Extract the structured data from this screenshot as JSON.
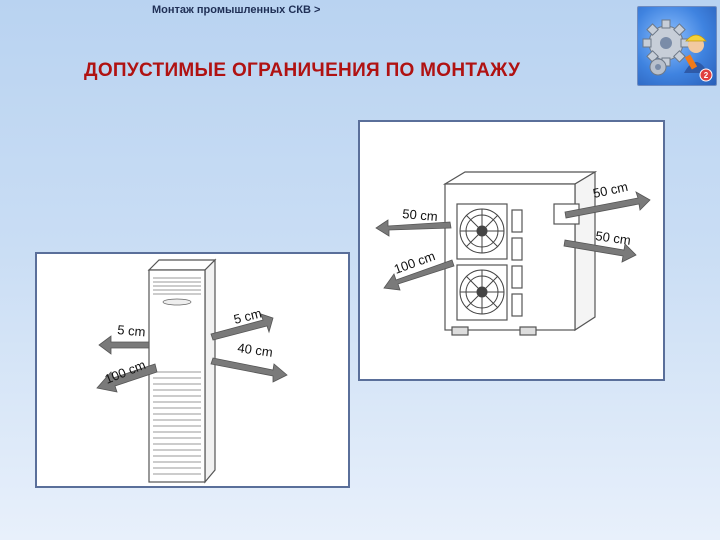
{
  "header": {
    "breadcrumb": "Монтаж промышленных СКВ >",
    "title": "ДОПУСТИМЫЕ ОГРАНИЧЕНИЯ ПО МОНТАЖУ"
  },
  "outdoor_unit": {
    "labels": {
      "top_right": "50 cm",
      "right": "50 cm",
      "left_upper": "50 cm",
      "left_lower": "100 cm"
    }
  },
  "indoor_unit": {
    "labels": {
      "left_upper": "5 cm",
      "left_lower": "100 cm",
      "right_upper": "5 cm",
      "right_lower": "40 cm"
    }
  },
  "colors": {
    "title": "#b01212",
    "arrow": "#7a7a7a",
    "panel_border": "#5a6f9a"
  }
}
